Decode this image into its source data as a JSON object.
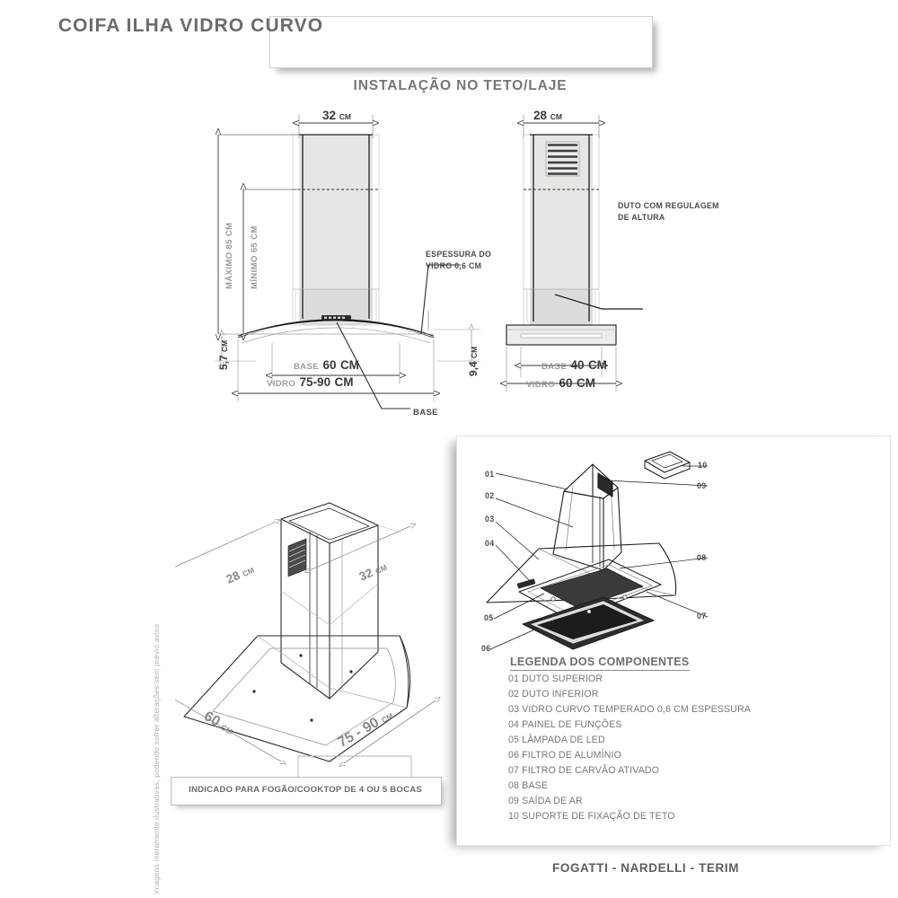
{
  "header": {
    "title": "COIFA ILHA VIDRO CURVO",
    "subtitle": "INSTALAÇÃO NO TETO/LAJE"
  },
  "front_view": {
    "width_label": "32",
    "width_unit": "CM",
    "max_height_label": "MÁXIMO 85 CM",
    "min_height_label": "MÍNIMO 65 CM",
    "glass_thickness_callout_line1": "ESPESSURA DO",
    "glass_thickness_callout_line2": "VIDRO 0,6 CM",
    "left_height_label": "5,7",
    "left_height_unit": "CM",
    "right_height_label": "9,4",
    "right_height_unit": "CM",
    "base_prefix": "BASE",
    "base_value": "60",
    "base_unit": "CM",
    "glass_prefix": "VIDRO",
    "glass_value": "75-90",
    "glass_unit": "CM",
    "base_callout": "BASE"
  },
  "side_view": {
    "width_label": "28",
    "width_unit": "CM",
    "duct_callout_line1": "DUTO COM REGULAGEM",
    "duct_callout_line2": "DE ALTURA",
    "base_prefix": "BASE",
    "base_value": "40",
    "base_unit": "CM",
    "glass_prefix": "VIDRO",
    "glass_value": "60",
    "glass_unit": "CM"
  },
  "perspective_view": {
    "depth_label": "28",
    "depth_unit": "CM",
    "width_label": "32",
    "width_unit": "CM",
    "base_depth_label": "60",
    "base_depth_unit": "CM",
    "base_width_label": "75 - 90",
    "base_width_unit": "CM"
  },
  "exploded_view": {
    "callouts": [
      "01",
      "02",
      "03",
      "04",
      "05",
      "06",
      "07",
      "08",
      "09",
      "10"
    ]
  },
  "legend": {
    "title": "LEGENDA DOS COMPONENTES",
    "items": [
      "01 DUTO SUPERIOR",
      "02 DUTO INFERIOR",
      "03 VIDRO CURVO TEMPERADO 0,6 CM ESPESSURA",
      "04 PAINEL DE FUNÇÕES",
      "05 LÂMPADA DE LED",
      "06 FILTRO DE ALUMÍNIO",
      "07 FILTRO DE CARVÃO ATIVADO",
      "08 BASE",
      "09 SAÍDA DE AR",
      "10 SUPORTE DE  FIXAÇÃO DE TETO"
    ]
  },
  "note": "INDICADO PARA FOGÃO/COOKTOP DE 4 OU 5 BOCAS",
  "brand": "FOGATTI - NARDELLI - TERIM",
  "disclaimer": "imagens meramente ilustrativas, podendo sofrer alterações sem prévio aviso"
}
